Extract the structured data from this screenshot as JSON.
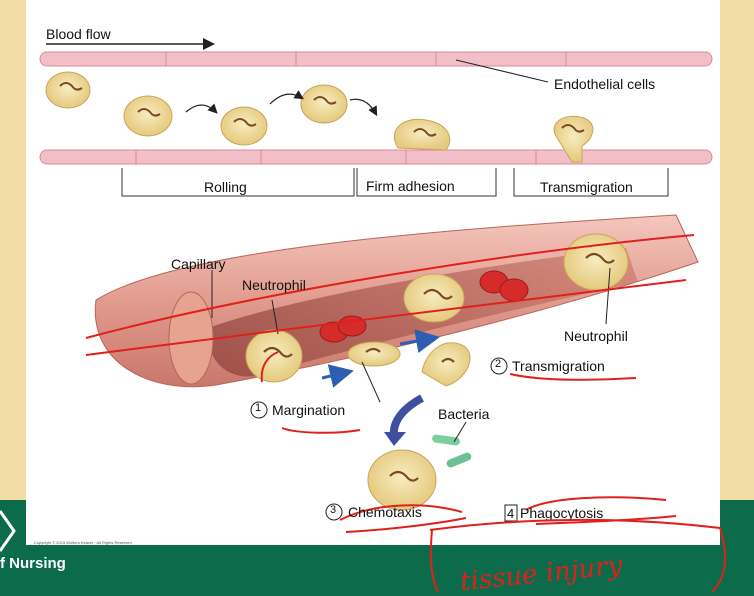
{
  "footer": {
    "band_color": "#0c6b4a",
    "text": "f Nursing"
  },
  "figure": {
    "top_panel": {
      "flow_label": "Blood flow",
      "endothelial_label": "Endothelial cells",
      "stages": [
        "Rolling",
        "Firm adhesion",
        "Transmigration"
      ]
    },
    "bottom_panel": {
      "capillary_label": "Capillary",
      "neutrophil_left_label": "Neutrophil",
      "neutrophil_right_label": "Neutrophil",
      "step1": {
        "num": "1",
        "label": "Margination"
      },
      "step2": {
        "num": "2",
        "label": "Transmigration"
      },
      "step3": {
        "num": "3",
        "label": "Chemotaxis"
      },
      "step4": {
        "num": "4",
        "label": "Phagocytosis"
      },
      "bacteria_label": "Bacteria"
    },
    "copyright": "Copyright © 2015 Wolters Kluwer · All Rights Reserved"
  },
  "annotations": {
    "handwriting": "tissue injury",
    "ink_color": "#e0201c"
  }
}
